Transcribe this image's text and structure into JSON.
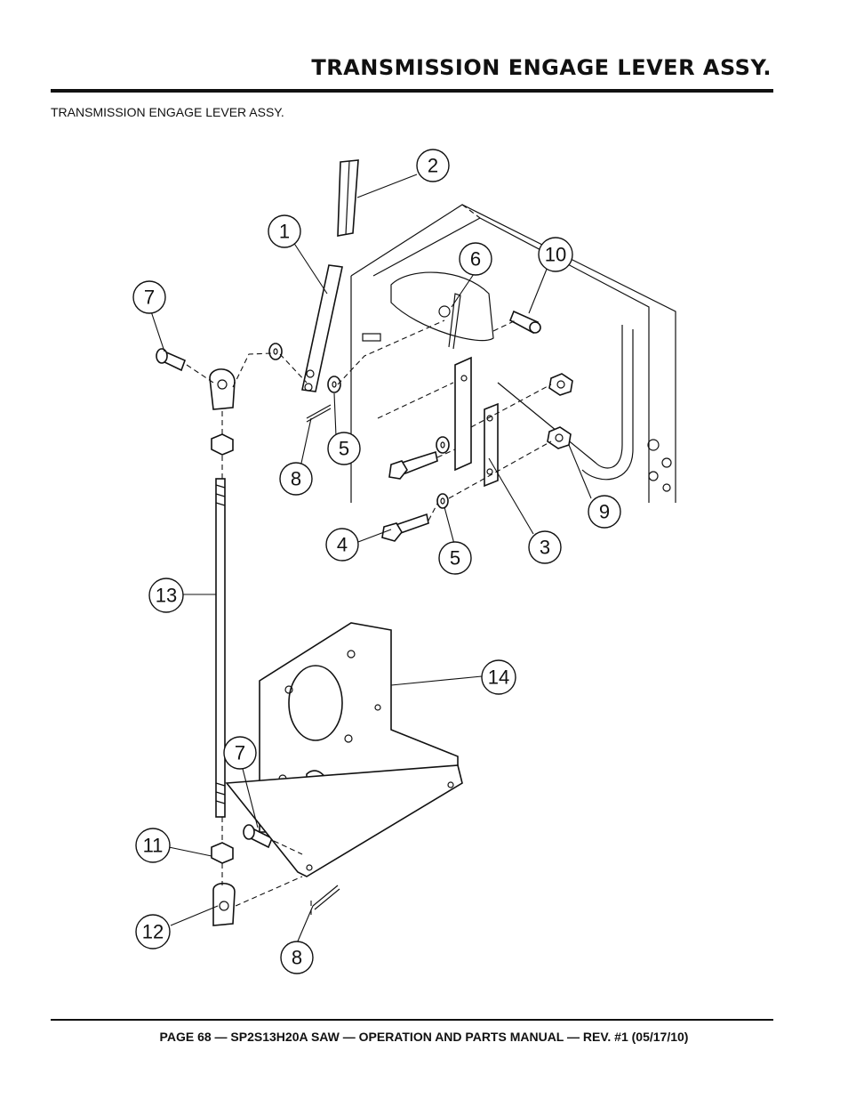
{
  "header": {
    "title": "TRANSMISSION ENGAGE LEVER ASSY."
  },
  "subtitle": "TRANSMISSION ENGAGE LEVER ASSY.",
  "callouts": {
    "c1": "1",
    "c2": "2",
    "c3": "3",
    "c4": "4",
    "c5a": "5",
    "c5b": "5",
    "c6": "6",
    "c7a": "7",
    "c7b": "7",
    "c8a": "8",
    "c8b": "8",
    "c9": "9",
    "c10": "10",
    "c11": "11",
    "c12": "12",
    "c13": "13",
    "c14": "14"
  },
  "footer": {
    "text": "PAGE 68 — SP2S13H20A SAW — OPERATION AND PARTS MANUAL — REV. #1 (05/17/10)"
  }
}
